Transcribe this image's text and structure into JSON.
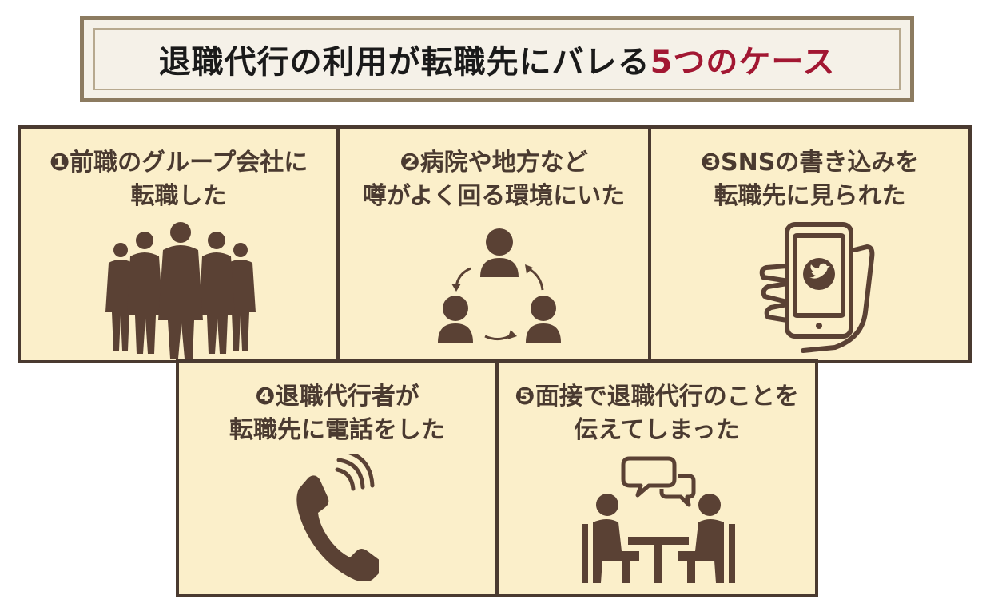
{
  "title": {
    "main": "退職代行の利用が転職先にバレる",
    "accent": "5つのケース"
  },
  "cases": [
    {
      "line1": "❶前職のグループ会社に",
      "line2": "転職した",
      "icon": "people-group-icon"
    },
    {
      "line1": "❷病院や地方など",
      "line2": "噂がよく回る環境にいた",
      "icon": "rumor-cycle-icon"
    },
    {
      "line1": "❸SNSの書き込みを",
      "line2": "転職先に見られた",
      "icon": "smartphone-twitter-icon"
    },
    {
      "line1": "❹退職代行者が",
      "line2": "転職先に電話をした",
      "icon": "phone-icon"
    },
    {
      "line1": "❺面接で退職代行のことを",
      "line2": "伝えてしまった",
      "icon": "interview-icon"
    }
  ],
  "colors": {
    "card_bg": "#fbefca",
    "card_border": "#4a3a30",
    "icon": "#5a4134",
    "accent": "#a21732",
    "title_frame": "#8c7b60"
  }
}
